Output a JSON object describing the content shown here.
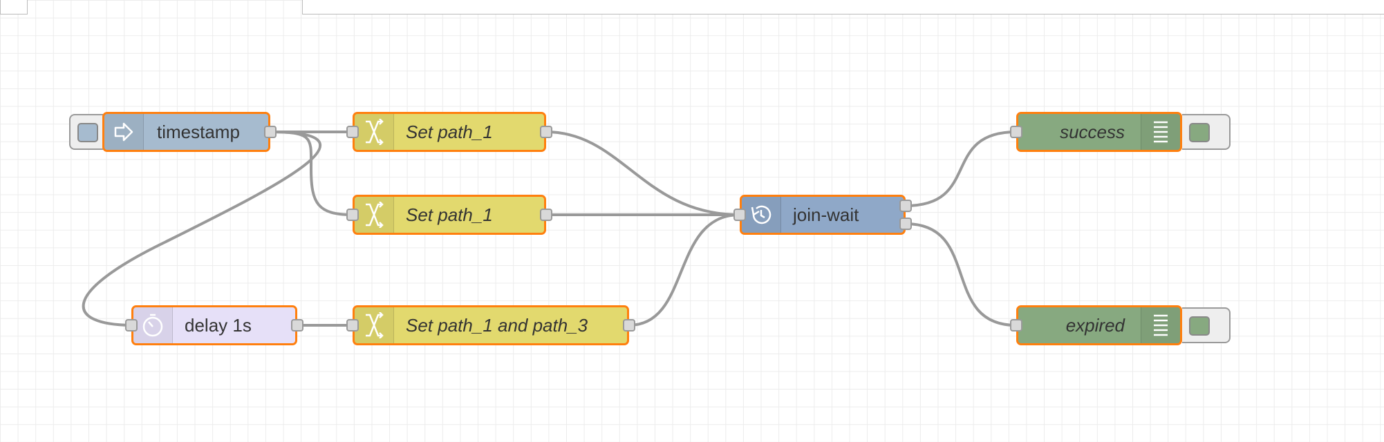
{
  "colors": {
    "wire": "#999999",
    "selected_border": "#ff7f0e",
    "inject": "#a6bbcf",
    "change": "#e2d96e",
    "delay": "#e6e0f8",
    "join_wait": "#8fa8c8",
    "debug": "#87a980"
  },
  "nodes": {
    "timestamp": {
      "label": "timestamp",
      "icon": "inject-arrow-icon"
    },
    "set1": {
      "label": "Set path_1",
      "icon": "shuffle-icon"
    },
    "set2": {
      "label": "Set path_1",
      "icon": "shuffle-icon"
    },
    "delay": {
      "label": "delay 1s",
      "icon": "timer-icon"
    },
    "set3": {
      "label": "Set path_1 and path_3",
      "icon": "shuffle-icon"
    },
    "join": {
      "label": "join-wait",
      "icon": "history-clock-icon"
    },
    "success": {
      "label": "success",
      "icon": "debug-list-icon"
    },
    "expired": {
      "label": "expired",
      "icon": "debug-list-icon"
    }
  }
}
